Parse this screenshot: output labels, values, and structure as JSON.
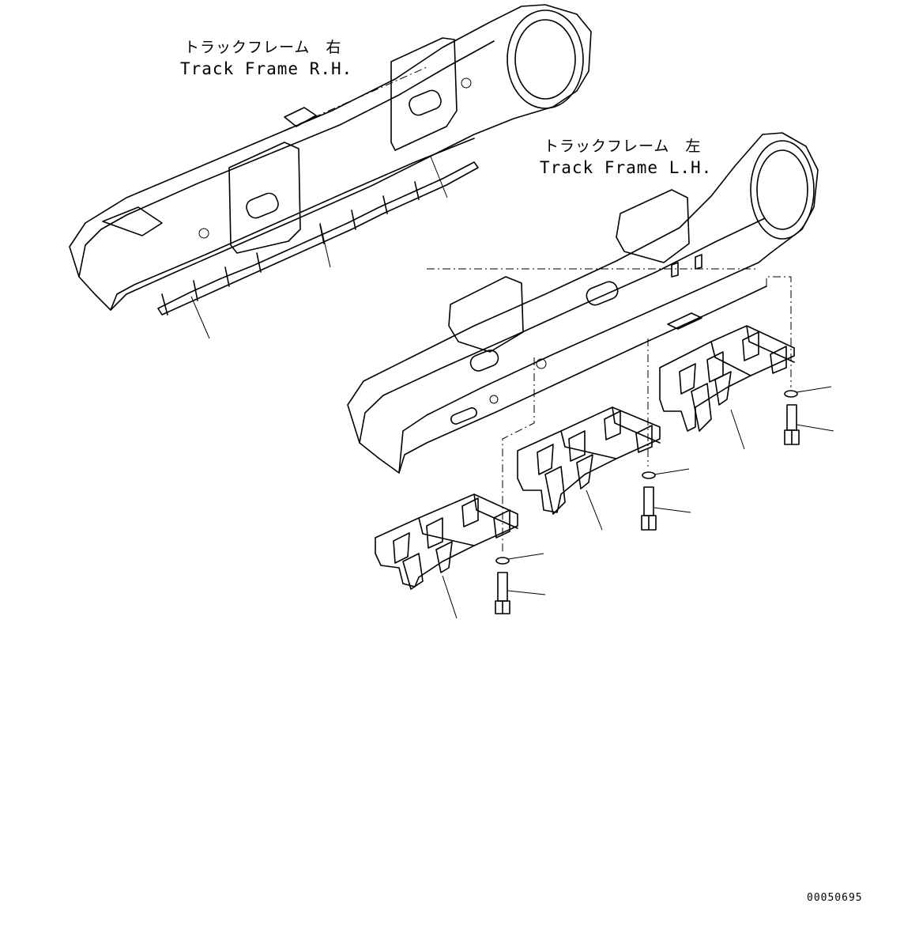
{
  "labels": {
    "rh_jp": "トラックフレーム　右",
    "rh_en": "Track Frame R.H.",
    "lh_jp": "トラックフレーム　左",
    "lh_en": "Track Frame L.H.",
    "code": "00050695"
  },
  "colors": {
    "line": "#000000",
    "background": "#ffffff"
  }
}
